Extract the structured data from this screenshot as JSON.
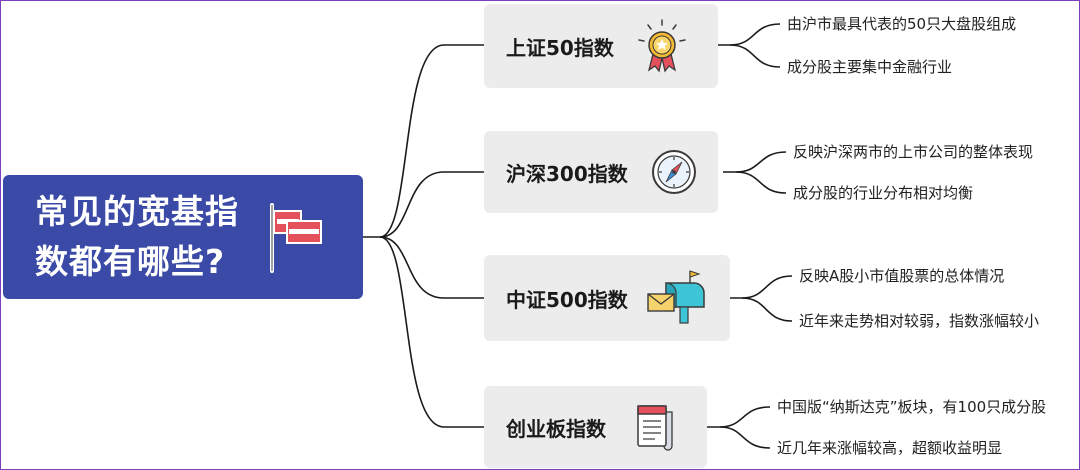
{
  "root": {
    "title": "常见的宽基指数都有哪些?",
    "icon": "flag-icon",
    "color": "#3a4aa6"
  },
  "indices": [
    {
      "name": "上证50指数",
      "icon": "award-medal-icon",
      "details": [
        "由沪市最具代表的50只大盘股组成",
        "成分股主要集中金融行业"
      ]
    },
    {
      "name": "沪深300指数",
      "icon": "compass-icon",
      "details": [
        "反映沪深两市的上市公司的整体表现",
        "成分股的行业分布相对均衡"
      ]
    },
    {
      "name": "中证500指数",
      "icon": "mailbox-icon",
      "details": [
        "反映A股小市值股票的总体情况",
        "近年来走势相对较弱，指数涨幅较小"
      ]
    },
    {
      "name": "创业板指数",
      "icon": "document-icon",
      "details": [
        "中国版“纳斯达克”板块，有100只成分股",
        "近几年来涨幅较高，超额收益明显"
      ]
    }
  ],
  "colors": {
    "node_background": "#ececec",
    "connector": "#1a1a1a",
    "frame": "#7b3fbf"
  }
}
